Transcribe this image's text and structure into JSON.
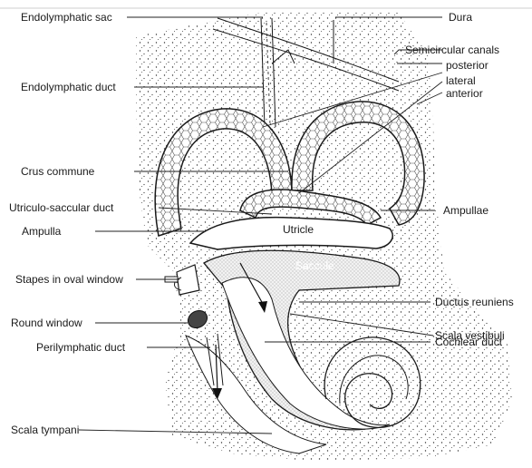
{
  "labels": {
    "endolymphatic_sac": "Endolymphatic sac",
    "dura": "Dura",
    "semicircular_canals": "Semicircular canals",
    "posterior": "posterior",
    "lateral": "lateral",
    "anterior": "anterior",
    "endolymphatic_duct": "Endolymphatic duct",
    "crus_commune": "Crus commune",
    "utriculo_saccular_duct": "Utriculo-saccular duct",
    "ampullae": "Ampullae",
    "ampulla": "Ampulla",
    "utricle": "Utricle",
    "saccule": "Saccule",
    "stapes_in_oval_window": "Stapes in oval window",
    "ductus_reuniens": "Ductus reuniens",
    "round_window": "Round window",
    "scala_vestibuli": "Scala vestibuli",
    "perilymphatic_duct": "Perilymphatic duct",
    "cochlear_duct": "Cochlear duct",
    "scala_tympani": "Scala tympani"
  }
}
